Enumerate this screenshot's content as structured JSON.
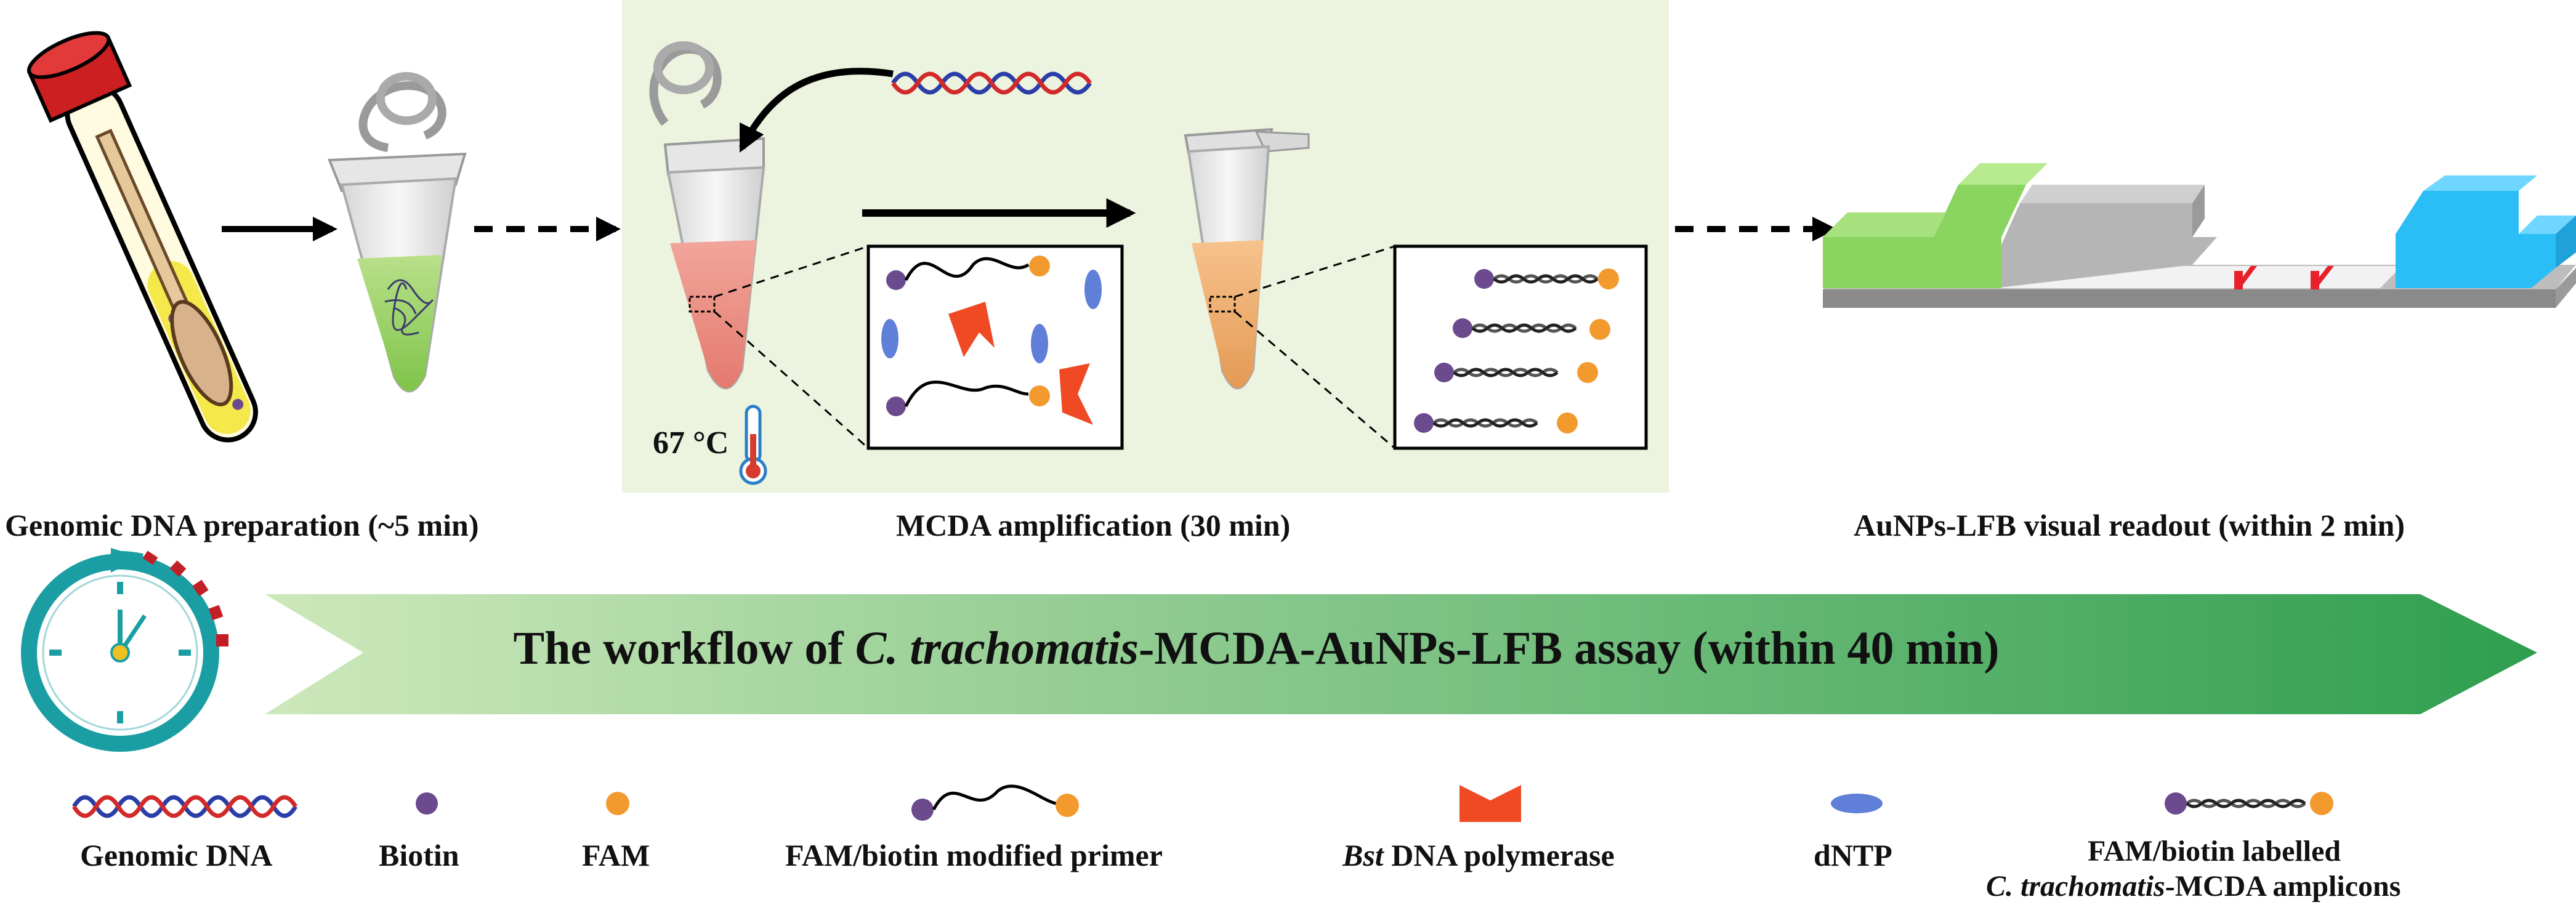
{
  "stages": {
    "prep_label": "Genomic DNA preparation  (~5 min)",
    "mcda_label": "MCDA amplification (30 min)",
    "readout_label": "AuNPs-LFB visual readout (within 2 min)",
    "temperature": "67 °C"
  },
  "workflow": {
    "title_prefix": "The workflow of ",
    "title_italic": "C. trachomatis",
    "title_suffix": "-MCDA-AuNPs-LFB assay (within 40 min)"
  },
  "legend": {
    "genomic_dna": "Genomic DNA",
    "biotin": "Biotin",
    "fam": "FAM",
    "primer": "FAM/biotin modified primer",
    "polymerase_italic": "Bst",
    "polymerase_rest": " DNA polymerase",
    "dntp": "dNTP",
    "amplicon_line1": "FAM/biotin labelled",
    "amplicon_line2_italic": "C. trachomatis",
    "amplicon_line2_rest": "-MCDA amplicons"
  },
  "colors": {
    "biotin": "#6b4a8e",
    "fam": "#f39a2e",
    "polymerase": "#f04a25",
    "dntp": "#5f7fd8",
    "test_line": "#e8202a",
    "sample_pad": "#8ad460",
    "absorbent_pad": "#2bbdf5",
    "mcda_panel_bg": "#ecf3df",
    "workflow_arrow_start": "#c9e6b4",
    "workflow_arrow_end": "#2f9e4f",
    "tube_cap": "#cc1f22",
    "clock": "#1b9ea3",
    "clock_ticks": "#c21e25"
  }
}
